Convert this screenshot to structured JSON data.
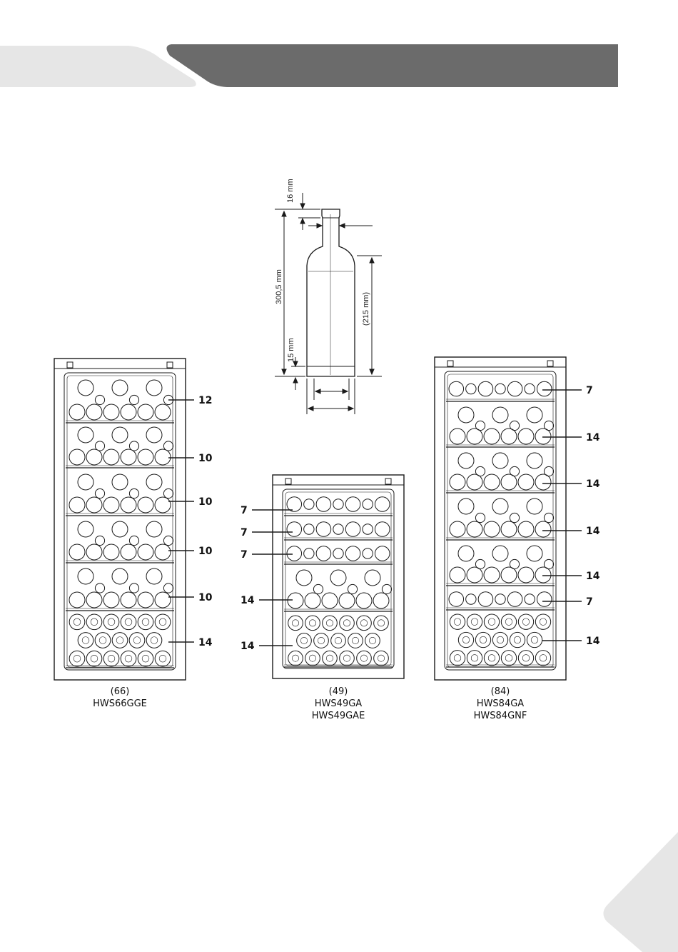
{
  "header": {
    "left_tab": "",
    "banner_title": ""
  },
  "bottle": {
    "neck_height": "16 mm",
    "total_height": "300,5 mm",
    "body_height": "(215 mm)",
    "base_height": "15 mm"
  },
  "fridges": [
    {
      "id": "hws66",
      "capacity": "(66)",
      "models": [
        "HWS66GGE"
      ],
      "shelf_counts": [
        "12",
        "10",
        "10",
        "10",
        "10",
        "14"
      ]
    },
    {
      "id": "hws49",
      "capacity": "(49)",
      "models": [
        "HWS49GA",
        "HWS49GAE"
      ],
      "shelf_counts": [
        "7",
        "7",
        "7",
        "14",
        "14"
      ]
    },
    {
      "id": "hws84",
      "capacity": "(84)",
      "models": [
        "HWS84GA",
        "HWS84GNF"
      ],
      "shelf_counts": [
        "7",
        "14",
        "14",
        "14",
        "14",
        "7",
        "14"
      ]
    }
  ],
  "colors": {
    "banner": "#6b6b6b",
    "tab": "#e6e6e6",
    "line": "#1a1a1a"
  }
}
